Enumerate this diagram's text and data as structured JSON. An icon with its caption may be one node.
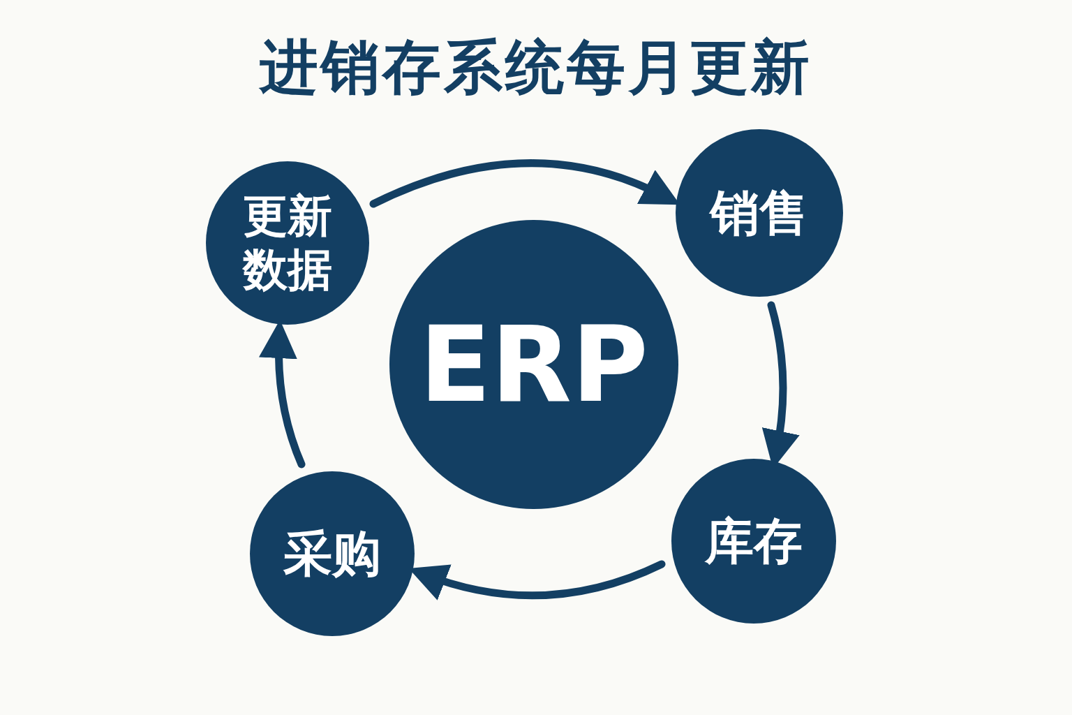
{
  "diagram": {
    "title": "进销存系统每月更新",
    "nodes": [
      {
        "text": [
          "更新数据"
        ]
      },
      {
        "text": [
          "销售"
        ]
      },
      {
        "text": [
          "ERP"
        ]
      },
      {
        "text": [
          "库存"
        ]
      },
      {
        "text": [
          "采购"
        ]
      }
    ],
    "edges": [
      {
        "from": 0,
        "to": 1,
        "arrow": "to"
      },
      {
        "from": 1,
        "to": 3,
        "arrow": "to"
      },
      {
        "from": 3,
        "to": 4,
        "arrow": "to"
      },
      {
        "from": 4,
        "to": 0,
        "arrow": "to"
      }
    ]
  }
}
